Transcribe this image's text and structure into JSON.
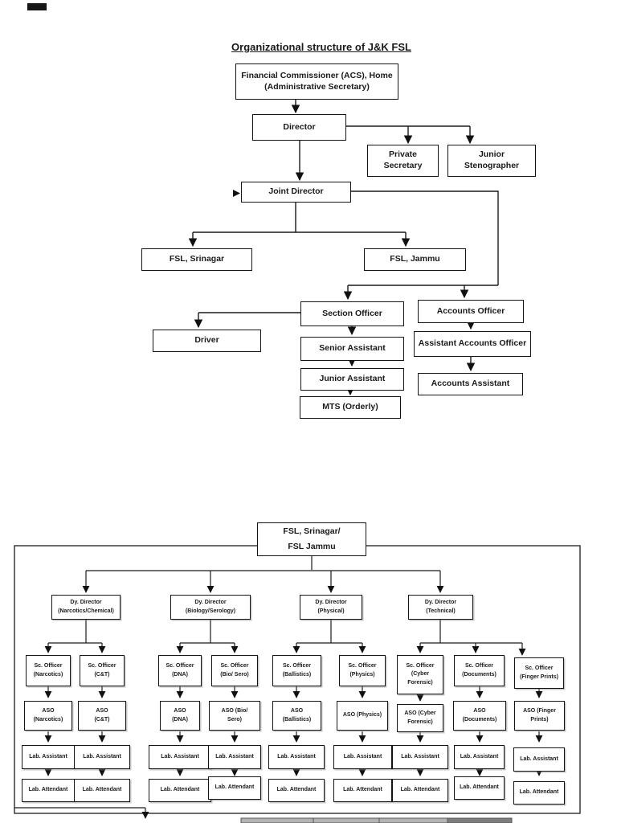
{
  "page_title": "Organizational structure of J&K FSL",
  "colors": {
    "line": "#1a1a1a",
    "box_border": "#141414",
    "table_header_light": "#b3b3b3",
    "table_header_dark": "#7d7d7d"
  },
  "top": {
    "fc1": "Financial Commissioner (ACS), Home",
    "fc2": "(Administrative Secretary)",
    "director": "Director",
    "ps1": "Private",
    "ps2": "Secretary",
    "js1": "Junior",
    "js2": "Stenographer",
    "joint_director": "Joint Director",
    "fsl_srinagar": "FSL, Srinagar",
    "fsl_jammu": "FSL, Jammu",
    "section_officer": "Section Officer",
    "accounts_officer": "Accounts Officer",
    "driver": "Driver",
    "senior_assistant": "Senior Assistant",
    "assistant_accounts_officer": "Assistant Accounts Officer",
    "junior_assistant": "Junior Assistant",
    "accounts_assistant": "Accounts Assistant",
    "mts": "MTS (Orderly)"
  },
  "bottom": {
    "root1": "FSL, Srinagar/",
    "root2": "FSL Jammu",
    "divisions": [
      {
        "l1": "Dy. Director",
        "l2": "(Narcotics/Chemical)"
      },
      {
        "l1": "Dy. Director",
        "l2": "(Biology/Serology)"
      },
      {
        "l1": "Dy. Director",
        "l2": "(Physical)"
      },
      {
        "l1": "Dy. Director",
        "l2": "(Technical)"
      }
    ],
    "columns": [
      {
        "sc1": "Sc. Officer",
        "sc2": "(Narcotics)",
        "aso1": "ASO",
        "aso2": "(Narcotics)",
        "la": "Lab. Assistant",
        "lt": "Lab. Attendant"
      },
      {
        "sc1": "Sc. Officer",
        "sc2": "(C&T)",
        "aso1": "ASO",
        "aso2": "(C&T)",
        "la": "Lab. Assistant",
        "lt": "Lab. Attendant"
      },
      {
        "sc1": "Sc. Officer",
        "sc2": "(DNA)",
        "aso1": "ASO",
        "aso2": "(DNA)",
        "la": "Lab. Assistant",
        "lt": "Lab. Attendant"
      },
      {
        "sc1": "Sc. Officer",
        "sc2": "(Bio/ Sero)",
        "aso1": "ASO (Bio/",
        "aso2": "Sero)",
        "la": "Lab. Assistant",
        "lt": "Lab. Attendant"
      },
      {
        "sc1": "Sc. Officer",
        "sc2": "(Ballistics)",
        "aso1": "ASO",
        "aso2": "(Ballistics)",
        "la": "Lab. Assistant",
        "lt": "Lab. Attendant"
      },
      {
        "sc1": "Sc. Officer",
        "sc2": "(Physics)",
        "aso1": "ASO (Physics)",
        "la": "Lab. Assistant",
        "lt": "Lab. Attendant"
      },
      {
        "sc1": "Sc. Officer",
        "sc2": "(Cyber",
        "sc3": "Forensic)",
        "aso1": "ASO (Cyber",
        "aso2": "Forensic)",
        "la": "Lab. Assistant",
        "lt": "Lab. Attendant"
      },
      {
        "sc1": "Sc. Officer",
        "sc2": "(Documents)",
        "aso1": "ASO",
        "aso2": "(Documents)",
        "la": "Lab. Assistant",
        "lt": "Lab. Attendant"
      },
      {
        "sc1": "Sc. Officer",
        "sc2": "(Finger Prints)",
        "aso1": "ASO (Finger",
        "aso2": "Prints)",
        "la": "Lab. Assistant",
        "lt": "Lab. Attendant"
      }
    ]
  }
}
